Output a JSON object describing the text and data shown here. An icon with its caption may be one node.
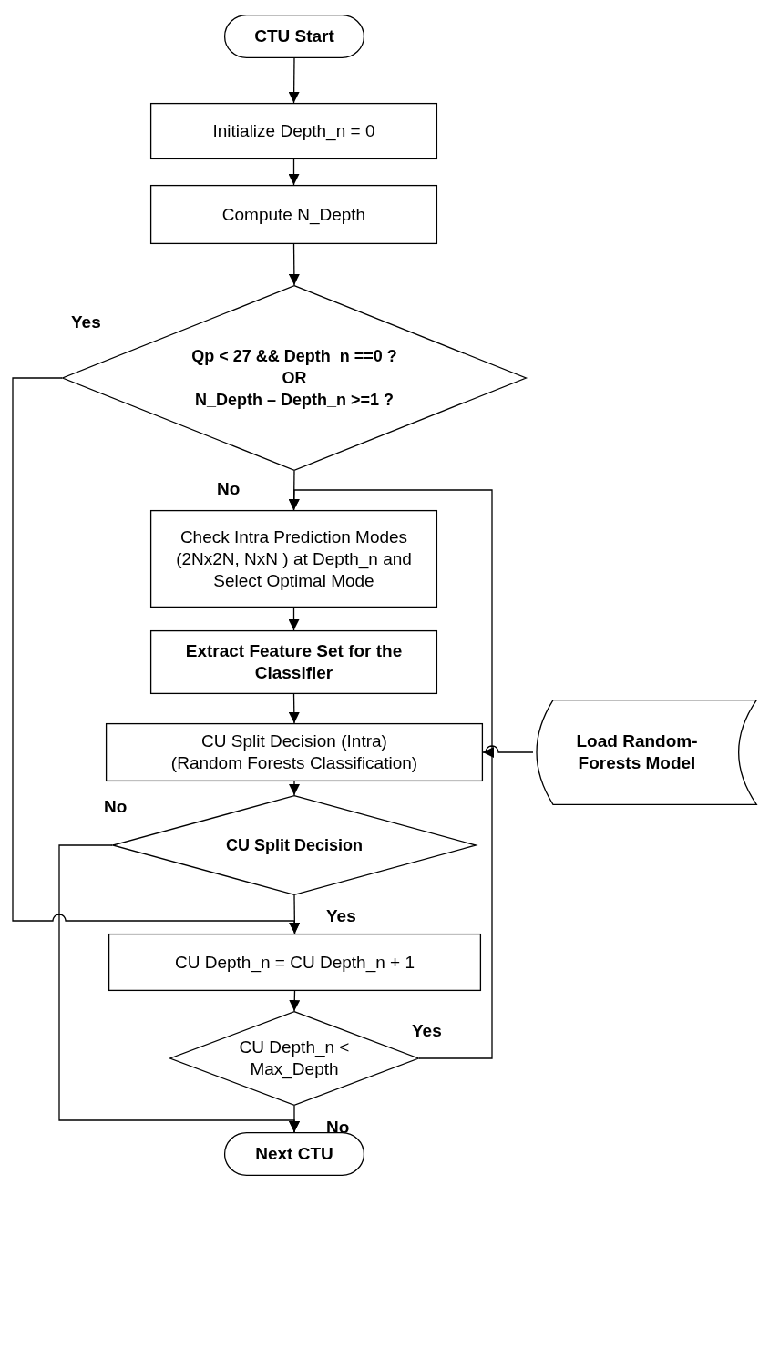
{
  "diagram": {
    "nodes": [
      {
        "text": [
          "CTU Start"
        ]
      },
      {
        "text": [
          "Initialize Depth_n = 0"
        ]
      },
      {
        "text": [
          "Compute N_Depth"
        ]
      },
      {
        "text": [
          "Qp < 27 && Depth_n ==0 ?",
          "OR",
          "N_Depth – Depth_n >=1 ?"
        ]
      },
      {
        "text": [
          "Check Intra Prediction Modes (2Nx2N, NxN ) at Depth_n and Select Optimal Mode"
        ]
      },
      {
        "text": [
          "Extract Feature Set for the Classifier"
        ]
      },
      {
        "text": [
          "CU Split Decision (Intra)",
          "(Random Forests Classification)"
        ]
      },
      {
        "text": [
          "Load Random-Forests Model"
        ]
      },
      {
        "text": [
          "CU Split Decision"
        ]
      },
      {
        "text": [
          "CU Depth_n = CU Depth_n + 1"
        ]
      },
      {
        "text": [
          "CU Depth_n < Max_Depth"
        ]
      },
      {
        "text": [
          "Next CTU"
        ]
      }
    ],
    "edges": [
      {
        "from": 0,
        "to": 1,
        "arrow": "to"
      },
      {
        "from": 1,
        "to": 2,
        "arrow": "to"
      },
      {
        "from": 2,
        "to": 3,
        "arrow": "to"
      },
      {
        "from": 3,
        "to": 4,
        "arrow": "to",
        "label": "No"
      },
      {
        "from": 3,
        "to": 9,
        "arrow": "to",
        "label": "Yes"
      },
      {
        "from": 4,
        "to": 5,
        "arrow": "to"
      },
      {
        "from": 5,
        "to": 6,
        "arrow": "to"
      },
      {
        "from": 7,
        "to": 6,
        "arrow": "to"
      },
      {
        "from": 6,
        "to": 8,
        "arrow": "to"
      },
      {
        "from": 8,
        "to": 9,
        "arrow": "to",
        "label": "Yes"
      },
      {
        "from": 8,
        "to": 11,
        "arrow": "to",
        "label": "No"
      },
      {
        "from": 9,
        "to": 10,
        "arrow": "to"
      },
      {
        "from": 10,
        "to": 4,
        "arrow": "to",
        "label": "Yes"
      },
      {
        "from": 10,
        "to": 11,
        "arrow": "to",
        "label": "No"
      }
    ]
  }
}
